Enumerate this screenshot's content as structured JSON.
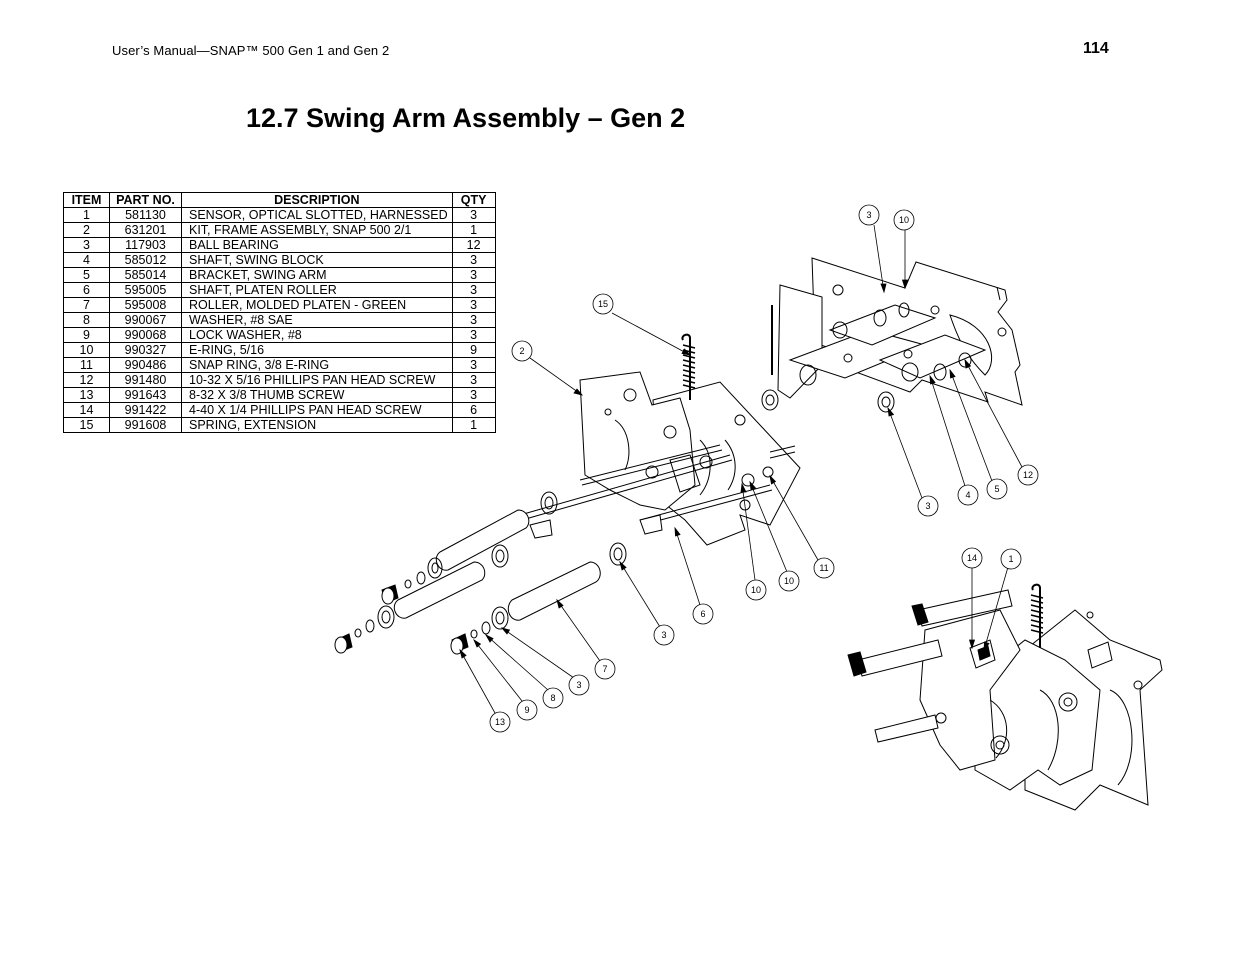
{
  "header": {
    "running_title": "User’s Manual—SNAP™ 500 Gen 1 and Gen 2",
    "page_number": "114"
  },
  "section": {
    "title": "12.7 Swing Arm Assembly – Gen 2"
  },
  "parts_table": {
    "columns": {
      "item": "ITEM",
      "part_no": "PART NO.",
      "description": "DESCRIPTION",
      "qty": "QTY"
    },
    "rows": [
      {
        "item": "1",
        "part_no": "581130",
        "description": "SENSOR, OPTICAL SLOTTED, HARNESSED",
        "qty": "3"
      },
      {
        "item": "2",
        "part_no": "631201",
        "description": "KIT, FRAME ASSEMBLY, SNAP 500 2/1",
        "qty": "1"
      },
      {
        "item": "3",
        "part_no": "117903",
        "description": "BALL BEARING",
        "qty": "12"
      },
      {
        "item": "4",
        "part_no": "585012",
        "description": "SHAFT, SWING BLOCK",
        "qty": "3"
      },
      {
        "item": "5",
        "part_no": "585014",
        "description": "BRACKET, SWING ARM",
        "qty": "3"
      },
      {
        "item": "6",
        "part_no": "595005",
        "description": "SHAFT, PLATEN ROLLER",
        "qty": "3"
      },
      {
        "item": "7",
        "part_no": "595008",
        "description": "ROLLER, MOLDED PLATEN - GREEN",
        "qty": "3"
      },
      {
        "item": "8",
        "part_no": "990067",
        "description": "WASHER, #8 SAE",
        "qty": "3"
      },
      {
        "item": "9",
        "part_no": "990068",
        "description": "LOCK WASHER, #8",
        "qty": "3"
      },
      {
        "item": "10",
        "part_no": "990327",
        "description": "E-RING, 5/16",
        "qty": "9"
      },
      {
        "item": "11",
        "part_no": "990486",
        "description": "SNAP RING, 3/8 E-RING",
        "qty": "3"
      },
      {
        "item": "12",
        "part_no": "991480",
        "description": "10-32 X 5/16 PHILLIPS PAN HEAD SCREW",
        "qty": "3"
      },
      {
        "item": "13",
        "part_no": "991643",
        "description": "8-32 X 3/8 THUMB SCREW",
        "qty": "3"
      },
      {
        "item": "14",
        "part_no": "991422",
        "description": "4-40 X 1/4 PHILLIPS PAN HEAD SCREW",
        "qty": "6"
      },
      {
        "item": "15",
        "part_no": "991608",
        "description": "SPRING, EXTENSION",
        "qty": "1"
      }
    ]
  },
  "drawing": {
    "balloons": [
      "3",
      "10",
      "15",
      "2",
      "3",
      "4",
      "5",
      "12",
      "11",
      "10",
      "10",
      "6",
      "3",
      "7",
      "3",
      "8",
      "9",
      "13",
      "14",
      "1"
    ]
  }
}
